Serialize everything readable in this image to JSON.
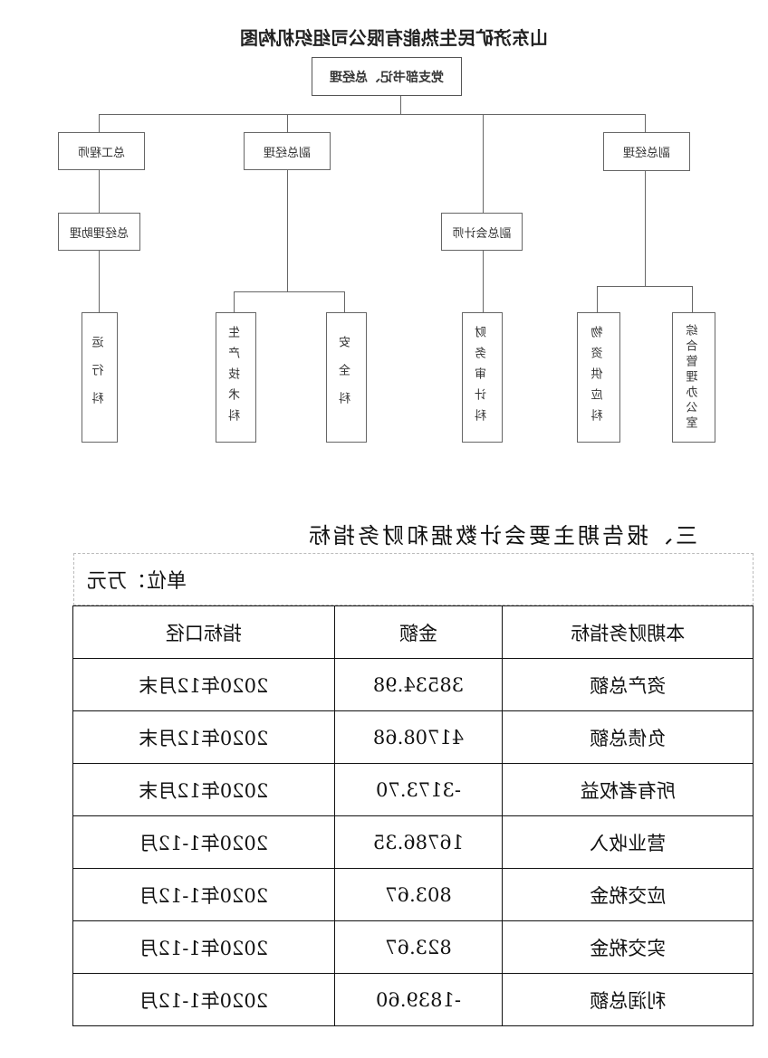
{
  "org_chart": {
    "title": "山东济矿民生热能有限公司组织机构图",
    "top": "党支部书记、总经理",
    "deputies": {
      "deputy_gm_left": "副总经理",
      "deputy_accountant": "副总会计师",
      "deputy_gm_mid": "副总经理",
      "chief_engineer": "总工程师",
      "gm_assistant": "总经理助理"
    },
    "departments": {
      "general_office": "综合管理办公室",
      "supply": "物资供应科",
      "finance": "财务审计科",
      "safety": "安全科",
      "production": "生产技术科",
      "operation": "运行科"
    }
  },
  "section": {
    "heading": "三、报告期主要会计数据和财务指标",
    "unit": "单位：万元"
  },
  "table": {
    "headers": [
      "本期财务指标",
      "金额",
      "指标口径"
    ],
    "rows": [
      [
        "资产总额",
        "38534.98",
        "2020年12月末"
      ],
      [
        "负债总额",
        "41708.68",
        "2020年12月末"
      ],
      [
        "所有者权益",
        "-3173.70",
        "2020年12月末"
      ],
      [
        "营业收入",
        "16786.35",
        "2020年1-12月"
      ],
      [
        "应交税金",
        "803.67",
        "2020年1-12月"
      ],
      [
        "实交税金",
        "823.67",
        "2020年1-12月"
      ],
      [
        "利润总额",
        "-1839.60",
        "2020年1-12月"
      ]
    ]
  }
}
